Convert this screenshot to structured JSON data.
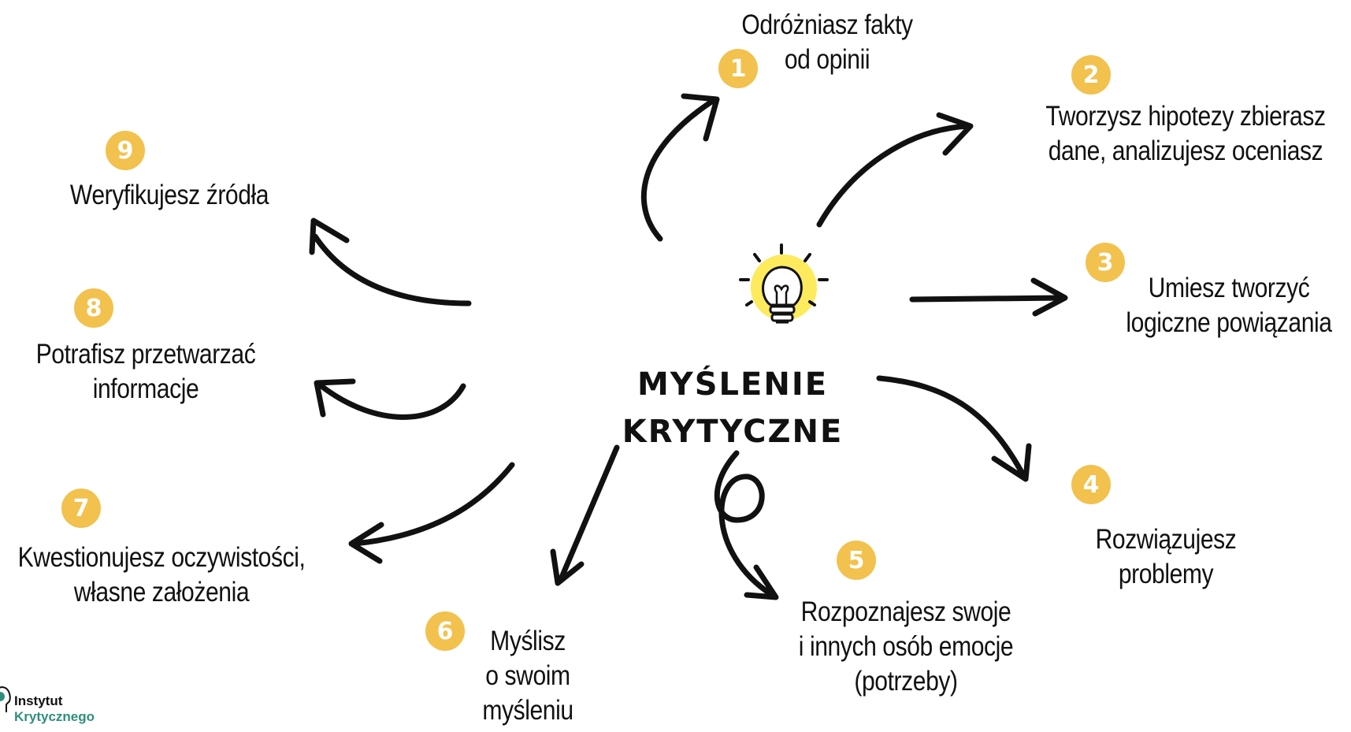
{
  "center": {
    "line1": "MYŚLENIE",
    "line2": "KRYTYCZNE"
  },
  "items": [
    {
      "number": "1",
      "lines": [
        "Odróżniasz fakty",
        "od opinii"
      ]
    },
    {
      "number": "2",
      "lines": [
        "Tworzysz hipotezy zbierasz",
        "dane, analizujesz oceniasz"
      ]
    },
    {
      "number": "3",
      "lines": [
        "Umiesz tworzyć",
        "logiczne powiązania"
      ]
    },
    {
      "number": "4",
      "lines": [
        "Rozwiązujesz",
        "problemy"
      ]
    },
    {
      "number": "5",
      "lines": [
        "Rozpoznajesz swoje",
        "i innych osób emocje",
        "(potrzeby)"
      ]
    },
    {
      "number": "6",
      "lines": [
        "Myślisz",
        "o swoim",
        "myśleniu"
      ]
    },
    {
      "number": "7",
      "lines": [
        "Kwestionujesz oczywistości,",
        "własne założenia"
      ]
    },
    {
      "number": "8",
      "lines": [
        "Potrafisz przetwarzać",
        "informacje"
      ]
    },
    {
      "number": "9",
      "lines": [
        "Weryfikujesz źródła"
      ]
    }
  ],
  "logo": {
    "line1": "Instytut",
    "line2": "Krytycznego"
  },
  "colors": {
    "badge": "#f2c14e",
    "arrow": "#111111",
    "bulb_glow": "#fde84b",
    "logo_accent": "#2f8f7a"
  },
  "icons": [
    "lightbulb-icon",
    "logo-head-icon"
  ]
}
